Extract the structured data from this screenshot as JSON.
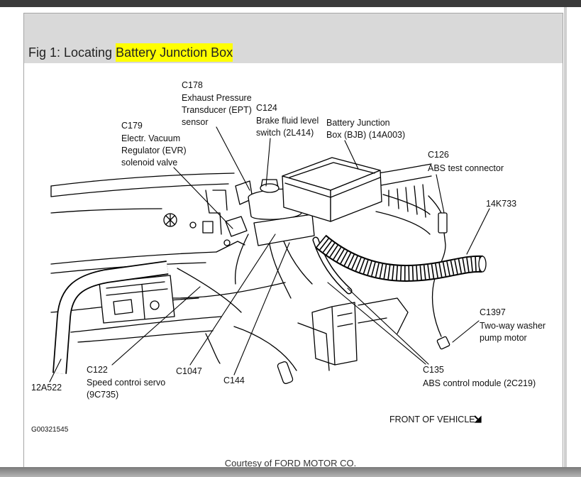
{
  "figure": {
    "title_prefix": "Fig 1: Locating ",
    "title_highlight": "Battery Junction Box",
    "credit": "Courtesy of FORD MOTOR CO.",
    "figure_id": "G00321545",
    "orientation": {
      "label": "FRONT OF VEHICLE",
      "icon": "arrow-icon"
    },
    "colors": {
      "highlight": "#ffff00",
      "header_background": "#d9d9d9",
      "line_art": "#000000"
    }
  },
  "callouts": {
    "c178": {
      "code": "C178",
      "description": [
        "Exhaust Pressure",
        "Transducer (EPT)",
        "sensor"
      ]
    },
    "c124": {
      "code": "C124",
      "description": [
        "Brake fluid level",
        "switch (2L414)"
      ]
    },
    "bjb": {
      "description": [
        "Battery Junction",
        "Box (BJB) (14A003)"
      ]
    },
    "c179": {
      "code": "C179",
      "description": [
        "Electr. Vacuum",
        "Regulator (EVR)",
        "solenoid valve"
      ]
    },
    "c126": {
      "code": "C126",
      "description": [
        "ABS test connector"
      ]
    },
    "k14k733": {
      "code": "14K733"
    },
    "c1397": {
      "code": "C1397",
      "description": [
        "Two-way washer",
        "pump motor"
      ]
    },
    "c122": {
      "code": "C122",
      "description": [
        "Speed controi servo",
        "(9C735)"
      ]
    },
    "c1047": {
      "code": "C1047"
    },
    "c144": {
      "code": "C144"
    },
    "c135": {
      "code": "C135",
      "description": [
        "ABS control module (2C219)"
      ]
    },
    "a12a522": {
      "code": "12A522"
    }
  }
}
